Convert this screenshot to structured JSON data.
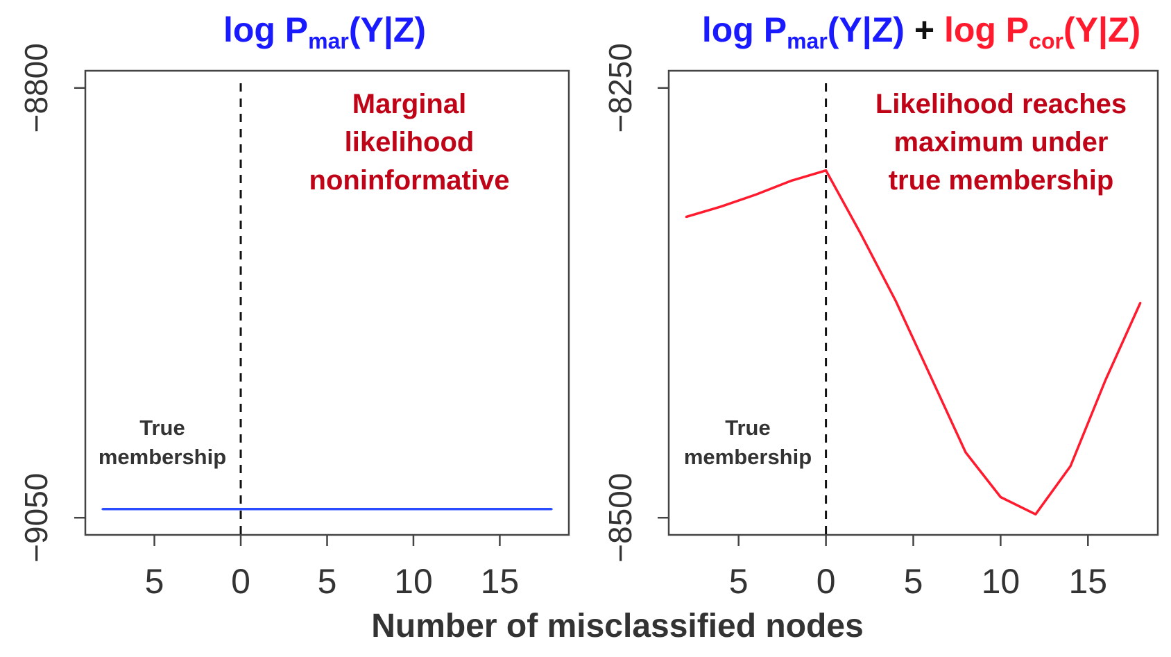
{
  "figure": {
    "xlabel": "Number of misclassified nodes",
    "colors": {
      "blue": "#1a1aff",
      "red": "#ff1a2e",
      "dark_red": "#c00418",
      "text": "#333333",
      "axis": "#444444",
      "dash": "#111111"
    }
  },
  "chart_data": [
    {
      "type": "line",
      "title_parts": [
        {
          "text": "log P",
          "color": "#1a1aff",
          "sub": false
        },
        {
          "text": "mar",
          "color": "#1a1aff",
          "sub": true
        },
        {
          "text": "(Y|Z)",
          "color": "#1a1aff",
          "sub": false
        }
      ],
      "annotation": [
        "Marginal",
        "likelihood",
        "noninformative"
      ],
      "marker_label": [
        "True",
        "membership"
      ],
      "marker_x": 0,
      "xlabel": "",
      "ylabel": "",
      "xlim": [
        -9,
        19
      ],
      "ylim": [
        -9060,
        -8790
      ],
      "x_ticks": [
        -5,
        0,
        5,
        10,
        15
      ],
      "x_tick_labels": [
        "5",
        "0",
        "5",
        "10",
        "15"
      ],
      "y_ticks": [
        -8800,
        -9050
      ],
      "y_tick_labels": [
        "−8800",
        "−9050"
      ],
      "grid": false,
      "series": [
        {
          "color": "#2a4dff",
          "x": [
            -8,
            -6,
            -4,
            -2,
            0,
            2,
            4,
            6,
            8,
            10,
            12,
            14,
            16,
            18
          ],
          "values": [
            -9045,
            -9045,
            -9045,
            -9045,
            -9045,
            -9045,
            -9045,
            -9045,
            -9045,
            -9045,
            -9045,
            -9045,
            -9045,
            -9045
          ]
        }
      ]
    },
    {
      "type": "line",
      "title_parts": [
        {
          "text": "log P",
          "color": "#1a1aff",
          "sub": false
        },
        {
          "text": "mar",
          "color": "#1a1aff",
          "sub": true
        },
        {
          "text": "(Y|Z)",
          "color": "#1a1aff",
          "sub": false
        },
        {
          "text": " + ",
          "color": "#111111",
          "sub": false
        },
        {
          "text": "log P",
          "color": "#ff1a2e",
          "sub": false
        },
        {
          "text": "cor",
          "color": "#ff1a2e",
          "sub": true
        },
        {
          "text": "(Y|Z)",
          "color": "#ff1a2e",
          "sub": false
        }
      ],
      "annotation": [
        "Likelihood reaches",
        "maximum under",
        "true membership"
      ],
      "marker_label": [
        "True",
        "membership"
      ],
      "marker_x": 0,
      "xlabel": "",
      "ylabel": "",
      "xlim": [
        -9,
        19
      ],
      "ylim": [
        -8510,
        -8240
      ],
      "x_ticks": [
        -5,
        0,
        5,
        10,
        15
      ],
      "x_tick_labels": [
        "5",
        "0",
        "5",
        "10",
        "15"
      ],
      "y_ticks": [
        -8250,
        -8500
      ],
      "y_tick_labels": [
        "−8250",
        "−8500"
      ],
      "grid": false,
      "series": [
        {
          "color": "#ff1a2e",
          "x": [
            -8,
            -6,
            -4,
            -2,
            0,
            2,
            4,
            6,
            8,
            10,
            12,
            14,
            16,
            18
          ],
          "values": [
            -8325,
            -8319,
            -8312,
            -8304,
            -8298,
            -8335,
            -8374,
            -8418,
            -8462,
            -8488,
            -8498,
            -8470,
            -8420,
            -8375
          ]
        }
      ]
    }
  ]
}
